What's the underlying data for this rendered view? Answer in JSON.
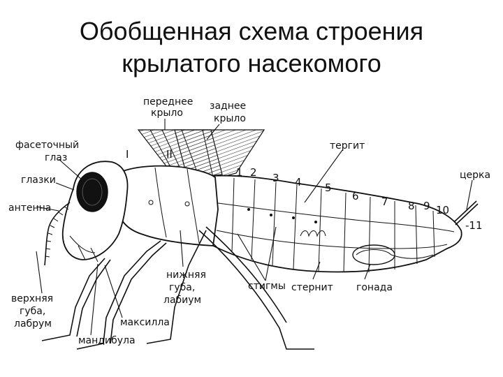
{
  "title": {
    "line1": "Обобщенная схема строения",
    "line2": "крылатого насекомого"
  },
  "labels": {
    "forewing": [
      "переднее",
      "крыло"
    ],
    "hindwing": [
      "заднее",
      "крыло"
    ],
    "compound_eye": [
      "фасеточный",
      "глаз"
    ],
    "ocelli": "глазки",
    "antenna": "антенна",
    "tergite": "тергит",
    "cercus": "церка",
    "labium": [
      "нижняя",
      "губа,",
      "лабиум"
    ],
    "stigmata": "стигмы",
    "sternite": "стернит",
    "gonad": "гонада",
    "maxilla": "максилла",
    "labrum": [
      "верхняя",
      "губа,",
      "лабрум"
    ],
    "mandible": "мандибула"
  },
  "segment_numbers": {
    "thorax": [
      "I",
      "II"
    ],
    "abdomen": [
      "1",
      "2",
      "3",
      "4",
      "5",
      "6",
      "7",
      "8",
      "9",
      "10",
      "-11"
    ]
  }
}
